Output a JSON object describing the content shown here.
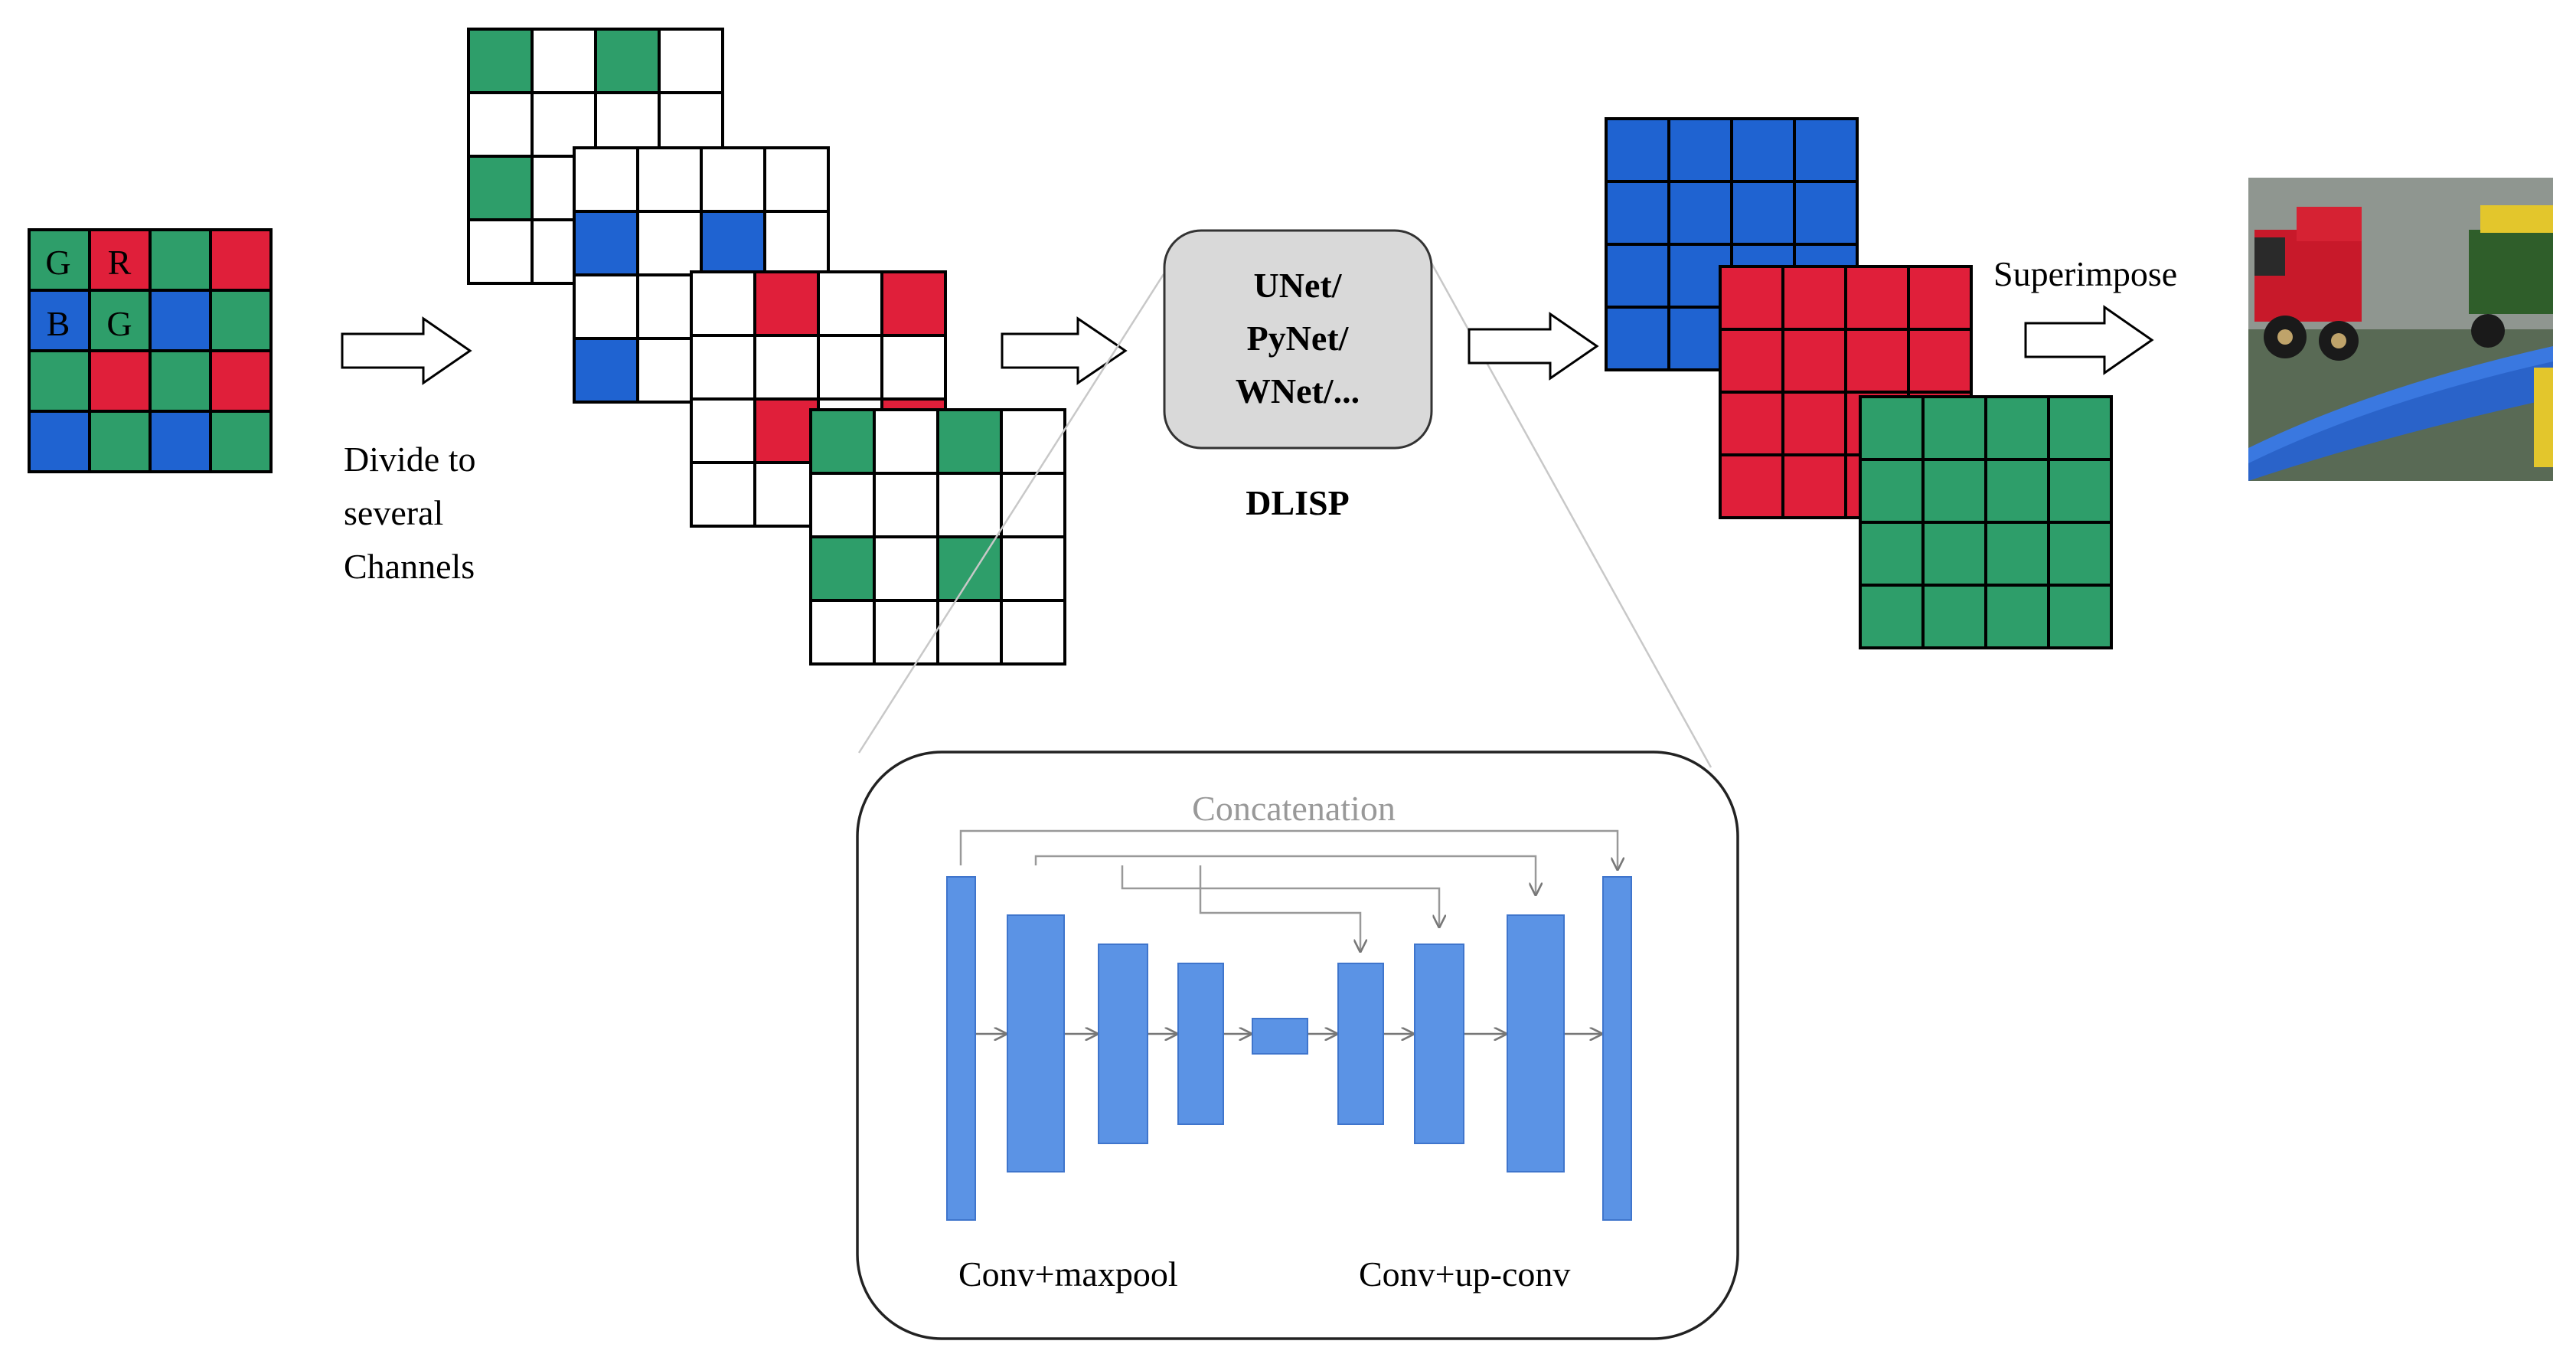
{
  "colors": {
    "green": "#2e9e6a",
    "red": "#e01f3a",
    "blue": "#1f63d1",
    "white": "#ffffff",
    "unet_block": "#5b93e5",
    "unet_block_stroke": "#3f75cc",
    "model_box": "#d9d9d9",
    "gray_line": "#999999"
  },
  "bayer": {
    "pattern": [
      [
        "G",
        "R",
        "G",
        "R"
      ],
      [
        "B",
        "G",
        "B",
        "G"
      ],
      [
        "G",
        "R",
        "G",
        "R"
      ],
      [
        "B",
        "G",
        "B",
        "G"
      ]
    ],
    "letters": [
      "G",
      "R",
      "B",
      "G"
    ]
  },
  "divide_label": [
    "Divide to",
    "several",
    "Channels"
  ],
  "channels": [
    {
      "name": "channel-green-1",
      "pattern": [
        [
          1,
          0,
          1,
          0
        ],
        [
          0,
          0,
          0,
          0
        ],
        [
          1,
          0,
          1,
          0
        ],
        [
          0,
          0,
          0,
          0
        ]
      ],
      "color": "green"
    },
    {
      "name": "channel-blue",
      "pattern": [
        [
          0,
          0,
          0,
          0
        ],
        [
          1,
          0,
          1,
          0
        ],
        [
          0,
          0,
          0,
          0
        ],
        [
          1,
          0,
          1,
          0
        ]
      ],
      "color": "blue"
    },
    {
      "name": "channel-red",
      "pattern": [
        [
          0,
          1,
          0,
          1
        ],
        [
          0,
          0,
          0,
          0
        ],
        [
          0,
          1,
          0,
          1
        ],
        [
          0,
          0,
          0,
          0
        ]
      ],
      "color": "red"
    },
    {
      "name": "channel-green-2",
      "pattern": [
        [
          1,
          0,
          1,
          0
        ],
        [
          0,
          0,
          0,
          0
        ],
        [
          1,
          0,
          1,
          0
        ],
        [
          0,
          0,
          0,
          0
        ]
      ],
      "color": "green"
    }
  ],
  "model": {
    "lines": [
      "UNet/",
      "PyNet/",
      "WNet/..."
    ],
    "caption": "DLISP"
  },
  "outputs": [
    {
      "name": "output-blue",
      "color": "blue"
    },
    {
      "name": "output-red",
      "color": "red"
    },
    {
      "name": "output-green",
      "color": "green"
    }
  ],
  "superimpose_label": "Superimpose",
  "unet": {
    "concat_label": "Concatenation",
    "left_label": "Conv+maxpool",
    "right_label": "Conv+up-conv"
  }
}
